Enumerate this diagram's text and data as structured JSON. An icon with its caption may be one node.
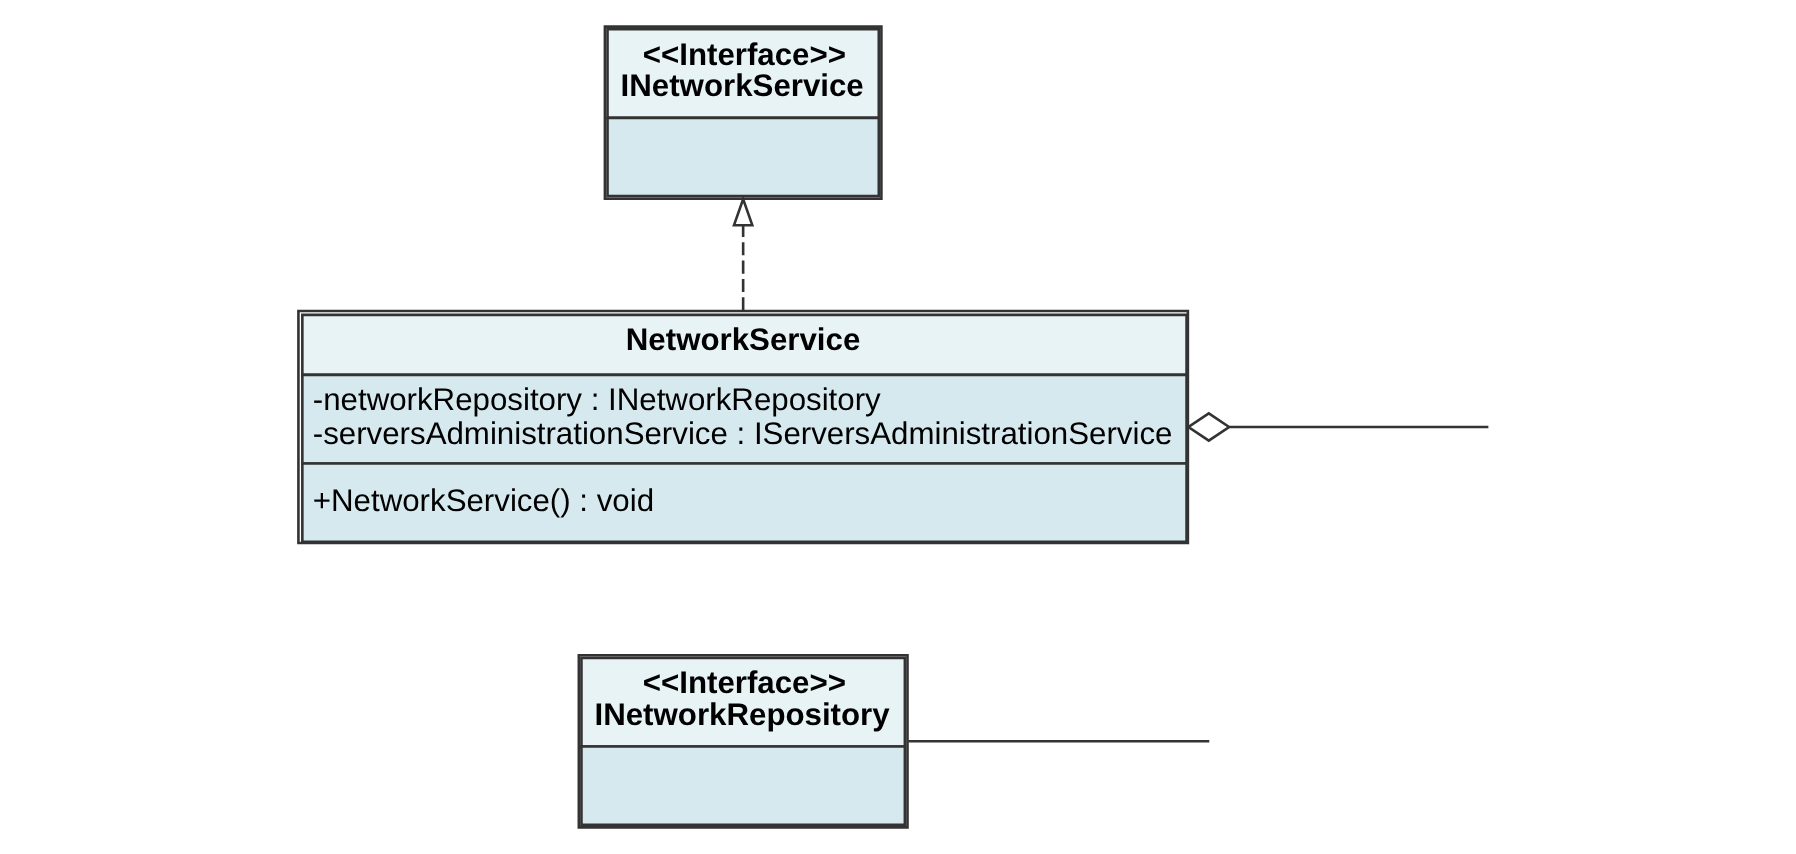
{
  "diagram": {
    "nodes": [
      {
        "text": [
          "<<Interface>>",
          "INetworkService"
        ]
      },
      {
        "text": [
          "NetworkService",
          "-networkRepository : INetworkRepository",
          "-serversAdministrationService : IServersAdministrationService",
          "+NetworkService() : void"
        ]
      },
      {
        "text": [
          "<<Interface>>",
          "INetworkRepository"
        ]
      }
    ],
    "edges": [
      {
        "from": 1,
        "to": 0,
        "arrow": "to",
        "style": "dashed"
      },
      {
        "from": 1,
        "to": null,
        "arrow": "other"
      },
      {
        "from": 2,
        "to": null,
        "arrow": "none"
      }
    ]
  }
}
